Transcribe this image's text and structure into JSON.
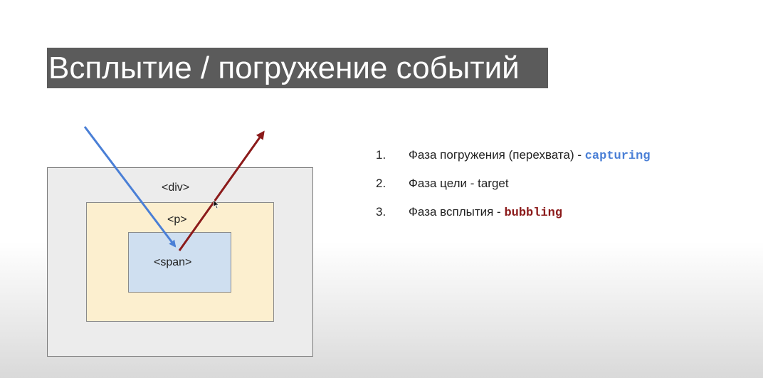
{
  "title": "Всплытие / погружение событий",
  "diagram": {
    "div_label": "<div>",
    "p_label": "<p>",
    "span_label": "<span>"
  },
  "phases": [
    {
      "num": "1.",
      "text": "Фаза погружения (перехвата) - ",
      "code": "capturing"
    },
    {
      "num": "2.",
      "text": "Фаза цели - target",
      "code": ""
    },
    {
      "num": "3.",
      "text": "Фаза всплытия - ",
      "code": "bubbling"
    }
  ],
  "colors": {
    "capturing_arrow": "#4a7fd6",
    "bubbling_arrow": "#8b1a1a",
    "title_bg": "#5b5b5b"
  }
}
